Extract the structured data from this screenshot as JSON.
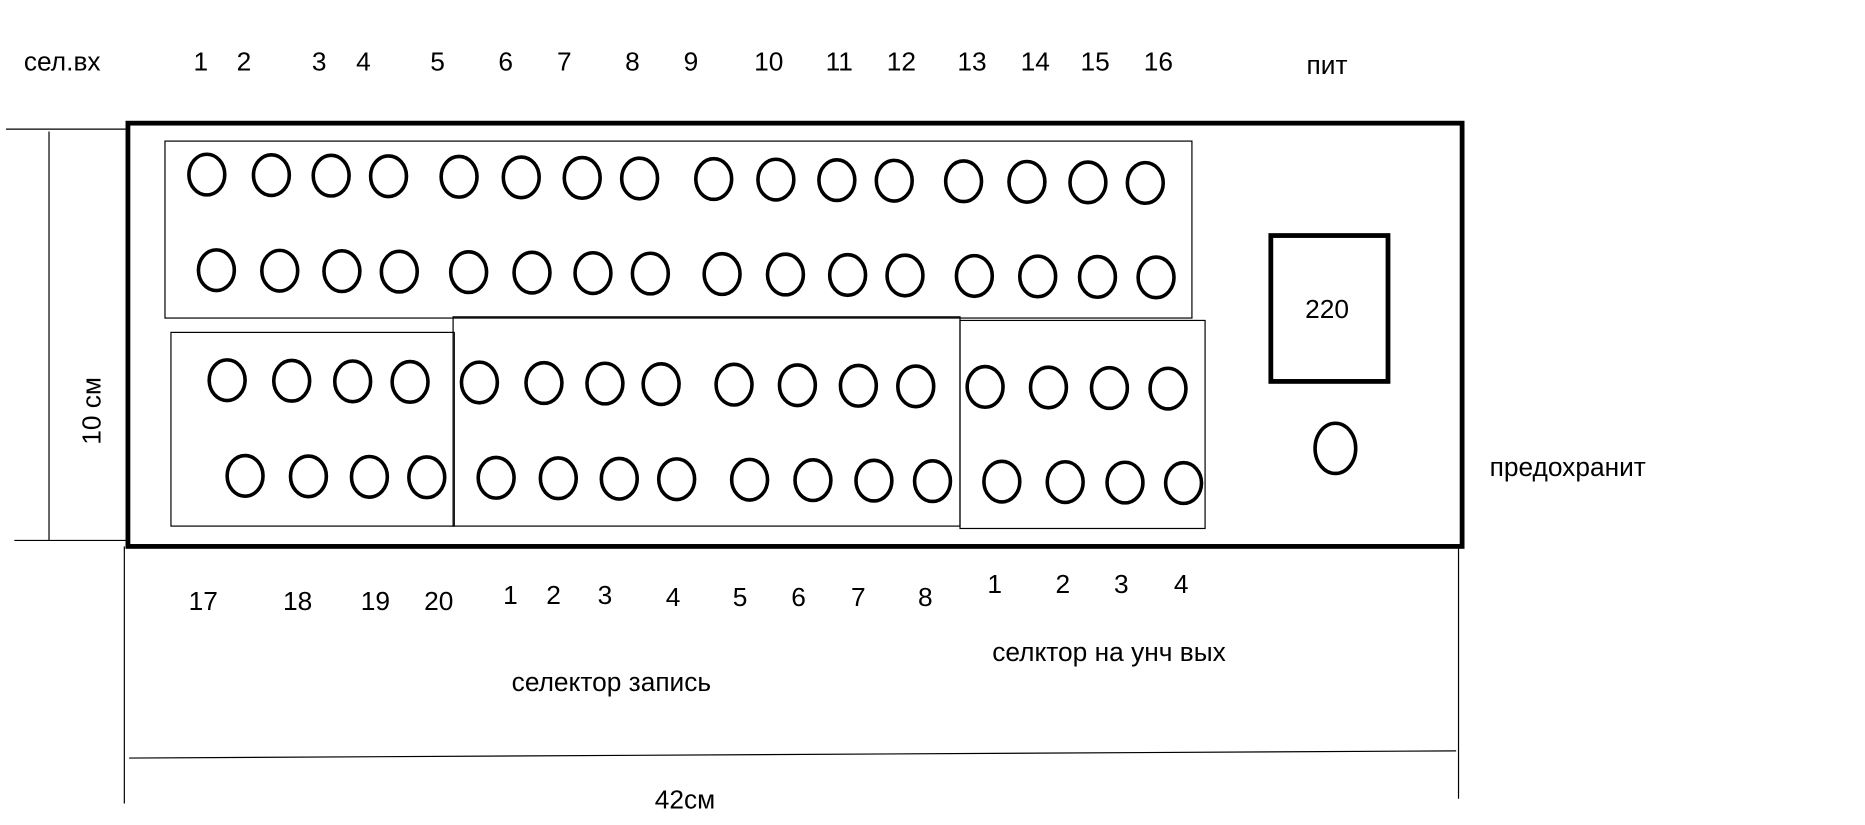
{
  "top_labels": {
    "input_selector": "сел.вх",
    "input_numbers": [
      "1",
      "2",
      "3",
      "4",
      "5",
      "6",
      "7",
      "8",
      "9",
      "10",
      "11",
      "12",
      "13",
      "14",
      "15",
      "16"
    ],
    "power": "пит"
  },
  "bottom_labels": {
    "input_numbers_cont": [
      "17",
      "18",
      "19",
      "20"
    ],
    "record_numbers": [
      "1",
      "2",
      "3",
      "4",
      "5",
      "6",
      "7",
      "8"
    ],
    "amp_numbers": [
      "1",
      "2",
      "3",
      "4"
    ],
    "record_selector": "селектор запись",
    "amp_selector": "селктор на унч вых"
  },
  "power_box": {
    "voltage": "220"
  },
  "fuse_label": "предохранит",
  "dimensions": {
    "height": "10 см",
    "width": "42см"
  }
}
